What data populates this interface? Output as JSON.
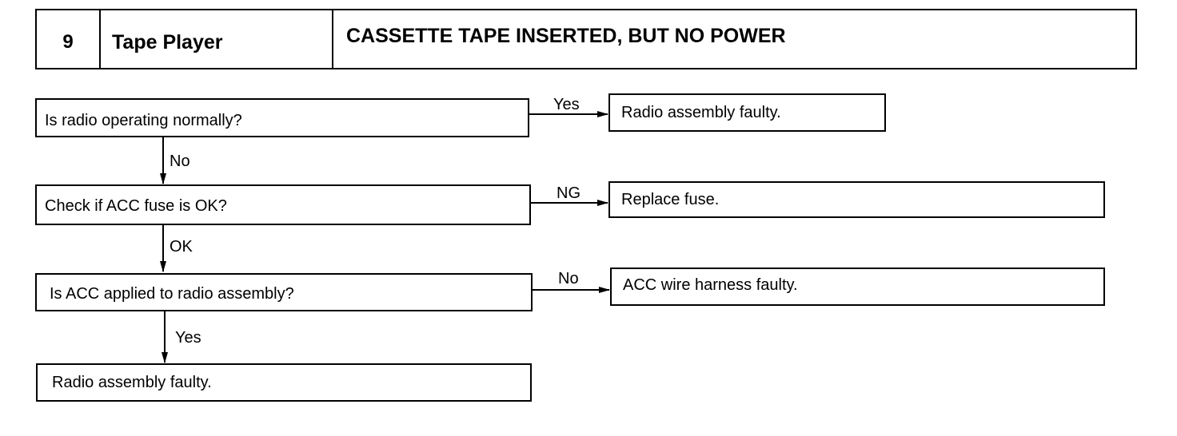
{
  "header": {
    "number": "9",
    "system": "Tape Player",
    "title": "CASSETTE TAPE INSERTED, BUT NO POWER"
  },
  "steps": [
    {
      "question": "Is radio operating normally?",
      "branch_label": "Yes",
      "branch_result": "Radio assembly faulty.",
      "next_label": "No"
    },
    {
      "question": "Check if ACC fuse is OK?",
      "branch_label": "NG",
      "branch_result": "Replace fuse.",
      "next_label": "OK"
    },
    {
      "question": "Is ACC applied to radio assembly?",
      "branch_label": "No",
      "branch_result": "ACC wire harness faulty.",
      "next_label": "Yes"
    }
  ],
  "final_result": "Radio assembly faulty."
}
